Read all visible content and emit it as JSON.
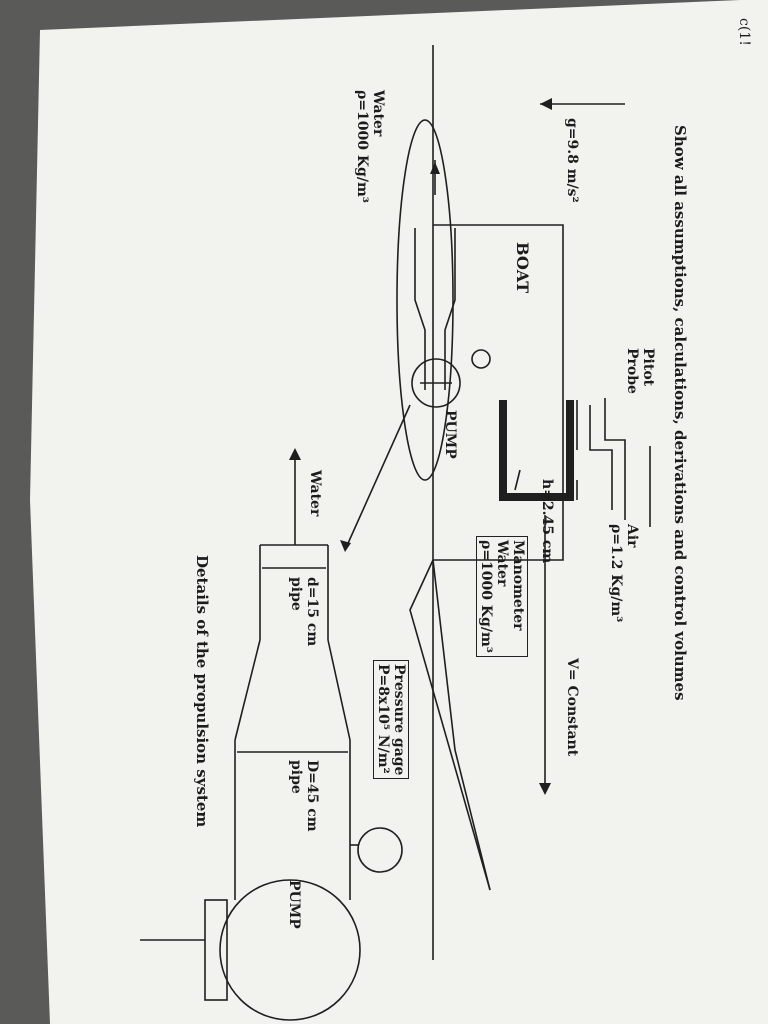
{
  "corner_mark": "c(1!",
  "instructions": "Show all assumptions, calculations, derivations and control volumes",
  "gravity": "g=9.8 m/s²",
  "boat": "BOAT",
  "velocity": "V= Constant",
  "pitot_probe": "Pitot\nProbe",
  "air": "Air\nρ=1.2 Kg/m³",
  "water_body": "Water\nρ=1000 Kg/m³",
  "manometer_height": "h=2.45 cm",
  "manometer": "Manometer\nWater\nρ=1000 Kg/m³",
  "pump_boat": "PUMP",
  "pump_detail": "PUMP",
  "pressure_gage": "Pressure gage\nP=8x10⁵ N/m²",
  "water_jet": "Water",
  "small_pipe": "d=15 cm\npipe",
  "large_pipe": "D=45 cm\npipe",
  "details_caption": "Details of the propulsion system"
}
